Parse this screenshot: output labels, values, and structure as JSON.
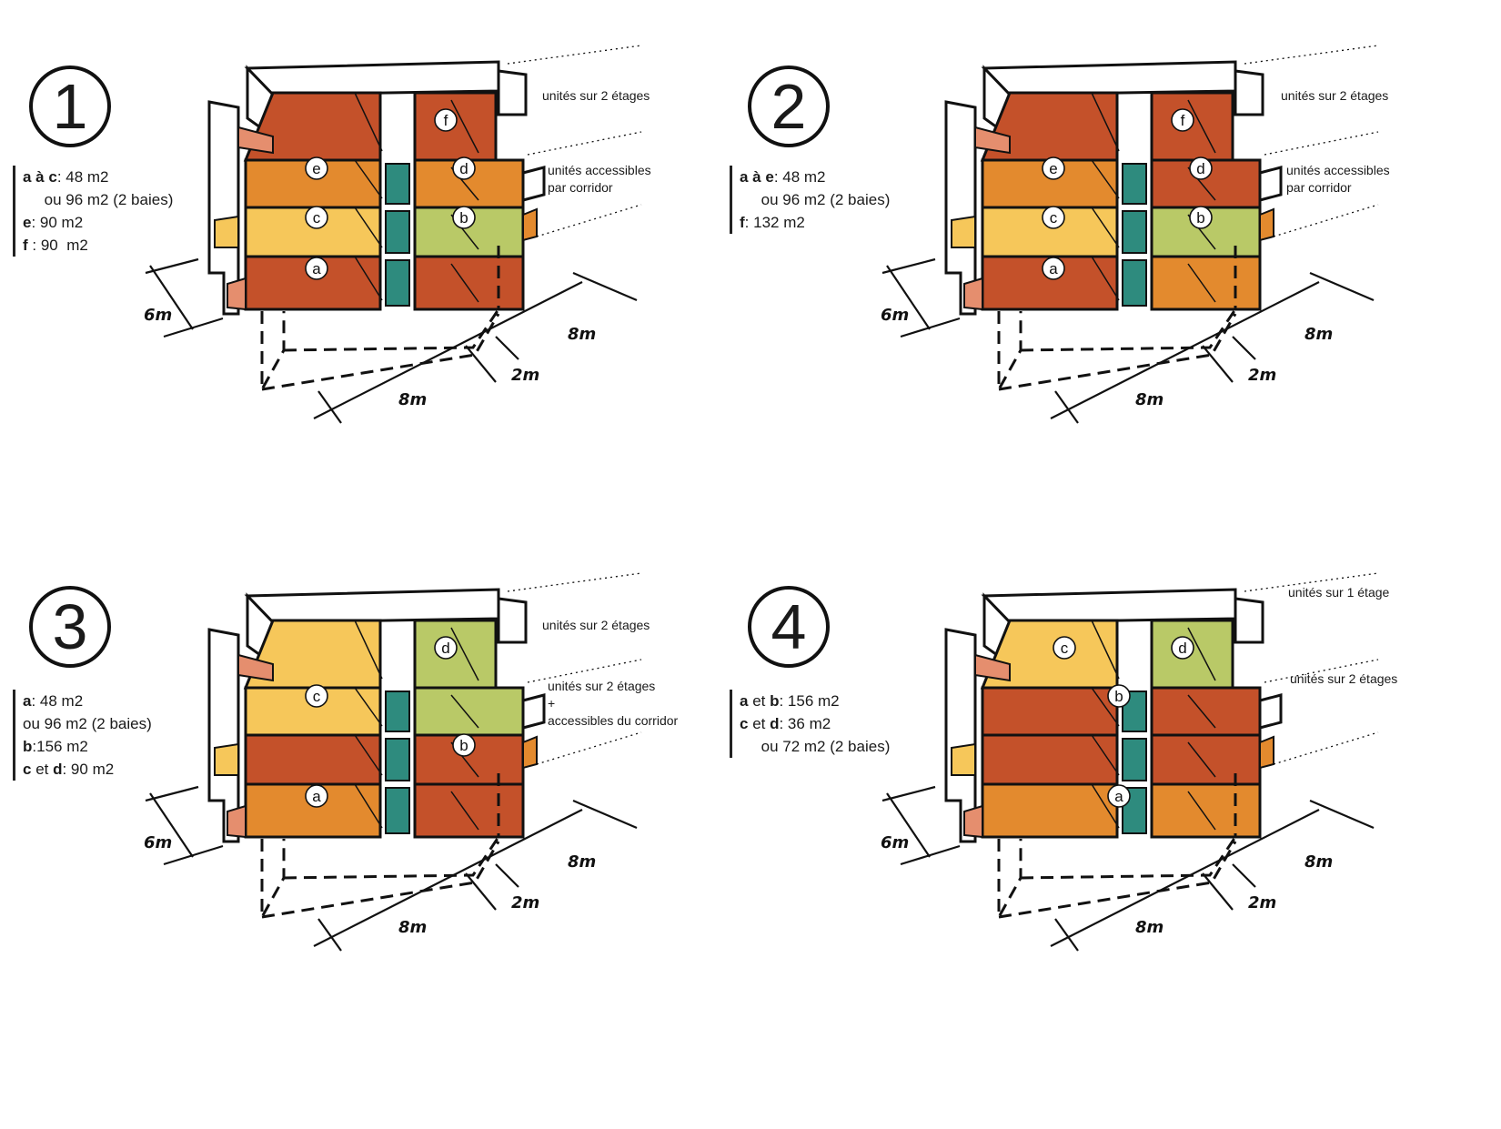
{
  "colors": {
    "rust": "#C4512A",
    "orange": "#E38A2E",
    "yellow": "#F6C75A",
    "green": "#B9C967",
    "teal": "#2E8B7E",
    "peach": "#E58E6E",
    "ink": "#111111"
  },
  "dimensions": {
    "d6": "6m",
    "d8": "8m",
    "d2": "2m"
  },
  "panels": [
    {
      "number": "1",
      "legend": [
        [
          "a à c",
          ": 48 m2"
        ],
        [
          "",
          "     ou 96 m2 (2 baies)"
        ],
        [
          "e",
          ": 90 m2"
        ],
        [
          "f",
          " : 90  m2"
        ]
      ],
      "notes": [
        "unités sur 2 étages",
        "unités accessibles\npar corridor"
      ],
      "units": [
        {
          "id": "e",
          "level": 2,
          "side": "L"
        },
        {
          "id": "c",
          "level": 1,
          "side": "L"
        },
        {
          "id": "a",
          "level": 0,
          "side": "L"
        },
        {
          "id": "f",
          "level": 3,
          "side": "R"
        },
        {
          "id": "d",
          "level": 2,
          "side": "R"
        },
        {
          "id": "b",
          "level": 1,
          "side": "R"
        }
      ],
      "fills": [
        "rust",
        "orange",
        "yellow",
        "rust",
        "rust",
        "orange",
        "green",
        "rust"
      ]
    },
    {
      "number": "2",
      "legend": [
        [
          "a à e",
          ": 48 m2"
        ],
        [
          "",
          "     ou 96 m2 (2 baies)"
        ],
        [
          "f",
          ": 132 m2"
        ]
      ],
      "notes": [
        "unités sur 2 étages",
        "unités accessibles\npar corridor"
      ],
      "units": [
        {
          "id": "e",
          "level": 2,
          "side": "L"
        },
        {
          "id": "c",
          "level": 1,
          "side": "L"
        },
        {
          "id": "a",
          "level": 0,
          "side": "L"
        },
        {
          "id": "f",
          "level": 3,
          "side": "R"
        },
        {
          "id": "d",
          "level": 2,
          "side": "R"
        },
        {
          "id": "b",
          "level": 1,
          "side": "R"
        }
      ],
      "fills": [
        "rust",
        "orange",
        "yellow",
        "rust",
        "rust",
        "rust",
        "green",
        "orange"
      ]
    },
    {
      "number": "3",
      "legend": [
        [
          "a",
          ": 48 m2"
        ],
        [
          "",
          "ou 96 m2 (2 baies)"
        ],
        [
          "b",
          ":156 m2"
        ],
        [
          "c",
          " et "
        ],
        [
          "d",
          ": 90 m2"
        ]
      ],
      "notes": [
        "unités sur 2 étages",
        "unités sur 2 étages\n+\naccessibles du corridor"
      ],
      "units": [
        {
          "id": "c",
          "level": 2,
          "side": "L"
        },
        {
          "id": "a",
          "level": 0,
          "side": "L"
        },
        {
          "id": "d",
          "level": 3,
          "side": "R"
        },
        {
          "id": "b",
          "level": 1,
          "side": "R"
        }
      ],
      "fills": [
        "yellow",
        "yellow",
        "rust",
        "orange",
        "green",
        "green",
        "rust",
        "rust"
      ]
    },
    {
      "number": "4",
      "legend": [
        [
          "a",
          " et "
        ],
        [
          "b",
          ": 156 m2"
        ],
        [
          "c",
          " et "
        ],
        [
          "d",
          ": 36 m2"
        ],
        [
          "",
          "     ou 72 m2 (2 baies)"
        ]
      ],
      "notes": [
        "unités sur 1 étage",
        "unités sur 2 étages"
      ],
      "units": [
        {
          "id": "c",
          "level": 3,
          "side": "L"
        },
        {
          "id": "d",
          "level": 3,
          "side": "R"
        },
        {
          "id": "b",
          "level": 2,
          "side": "C"
        },
        {
          "id": "a",
          "level": 0,
          "side": "C"
        }
      ],
      "fills": [
        "yellow",
        "rust",
        "rust",
        "orange",
        "green",
        "rust",
        "rust",
        "orange"
      ]
    }
  ]
}
